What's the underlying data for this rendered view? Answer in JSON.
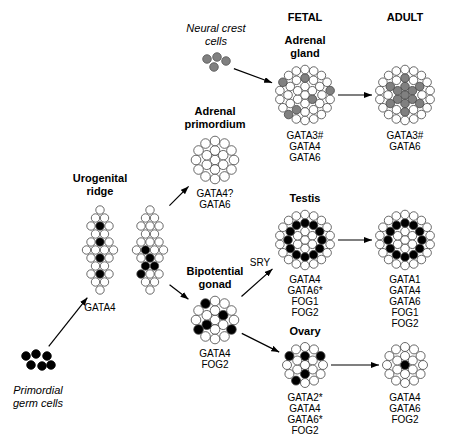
{
  "diagram": {
    "nodes": [
      {
        "text": [
          "Primordial germ cells"
        ]
      },
      {
        "text": [
          "Urogenital ridge",
          "GATA4"
        ]
      },
      {
        "text": [
          "Neural crest cells"
        ]
      },
      {
        "text": [
          "Adrenal gland",
          "GATA3# GATA4 GATA6"
        ]
      },
      {
        "text": [
          "GATA3# GATA6"
        ]
      },
      {
        "text": [
          "Adrenal primordium",
          "GATA4? GATA6"
        ]
      },
      {
        "text": [
          "Bipotential gonad",
          "GATA4 FOG2"
        ]
      },
      {
        "text": [
          "Testis",
          "GATA4 GATA6* FOG1 FOG2"
        ]
      },
      {
        "text": [
          "GATA1 GATA4 GATA6 FOG1 FOG2"
        ]
      },
      {
        "text": [
          "Ovary",
          "GATA2* GATA4 GATA6* FOG2"
        ]
      },
      {
        "text": [
          "GATA4 GATA6 FOG2"
        ]
      }
    ],
    "edges": [
      {
        "from": 0,
        "to": 1,
        "arrow": "to"
      },
      {
        "from": 1,
        "to": 5,
        "arrow": "to"
      },
      {
        "from": 1,
        "to": 6,
        "arrow": "to"
      },
      {
        "from": 2,
        "to": 3,
        "arrow": "to"
      },
      {
        "from": 3,
        "to": 4,
        "arrow": "to"
      },
      {
        "from": 6,
        "to": 7,
        "label": "SRY",
        "arrow": "to"
      },
      {
        "from": 6,
        "to": 9,
        "arrow": "to"
      },
      {
        "from": 7,
        "to": 8,
        "arrow": "to"
      },
      {
        "from": 9,
        "to": 10,
        "arrow": "to"
      }
    ],
    "labels": [
      "FETAL",
      "ADULT"
    ]
  }
}
